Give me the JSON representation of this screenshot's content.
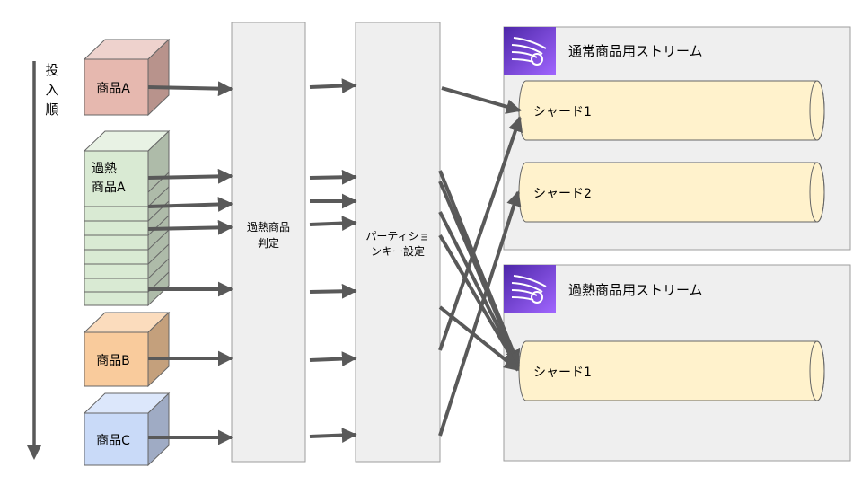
{
  "timeline": {
    "label_chars": [
      "投",
      "入",
      "順"
    ]
  },
  "products": {
    "a": {
      "label": "商品A"
    },
    "hot": {
      "label_line1": "過熱",
      "label_line2": "商品A"
    },
    "b": {
      "label": "商品B"
    },
    "c": {
      "label": "商品C"
    }
  },
  "stages": {
    "judge": {
      "line1": "過熱商品",
      "line2": "判定"
    },
    "partition": {
      "line1": "パーティショ",
      "line2": "ンキー設定"
    }
  },
  "streams": {
    "normal": {
      "title": "通常商品用ストリーム",
      "shards": [
        "シャード1",
        "シャード2"
      ]
    },
    "hot": {
      "title": "過熱商品用ストリーム",
      "shards": [
        "シャード1"
      ]
    }
  },
  "colors": {
    "arrow": "#595959",
    "stage_fill": "#efefef",
    "stage_stroke": "#9e9e9e",
    "stream_fill": "#efefef",
    "product_a": "#e6b8af",
    "product_hot": "#d9ead3",
    "product_b": "#f9cb9c",
    "product_c": "#c9daf8",
    "shard_fill": "#fff2cc",
    "kinesis_icon": "#5a30b5"
  },
  "icons": {
    "stream_icon": "kinesis-stream-icon",
    "timeline": "arrow-down-icon"
  }
}
